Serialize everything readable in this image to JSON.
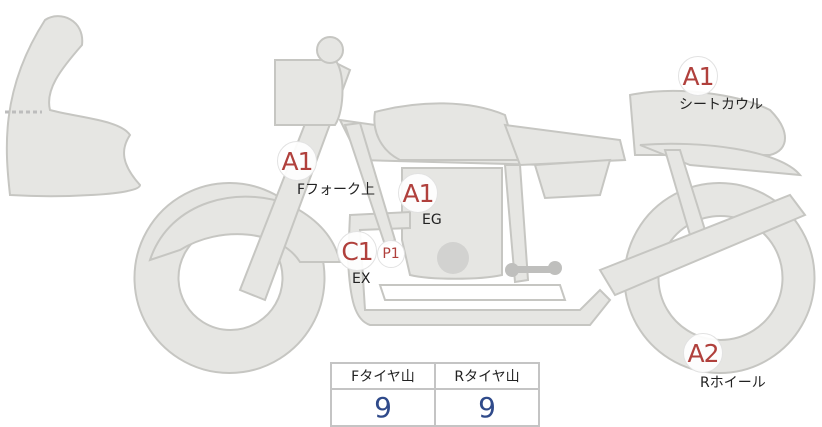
{
  "markers": [
    {
      "code": "A1",
      "label": "シートカウル"
    },
    {
      "code": "A1",
      "label": "Fフォーク上"
    },
    {
      "code": "A1",
      "label": "EG"
    },
    {
      "code": "C1",
      "label": "EX"
    },
    {
      "code": "P1"
    },
    {
      "code": "A2",
      "label": "Rホイール"
    }
  ],
  "tread_table": {
    "headers": [
      "Fタイヤ山",
      "Rタイヤ山"
    ],
    "values": [
      "9",
      "9"
    ]
  },
  "colors": {
    "part_fill": "#e6e6e3",
    "part_stroke": "#c6c6c2",
    "marker_text": "#b0403c",
    "value_text": "#2f4a8a"
  }
}
